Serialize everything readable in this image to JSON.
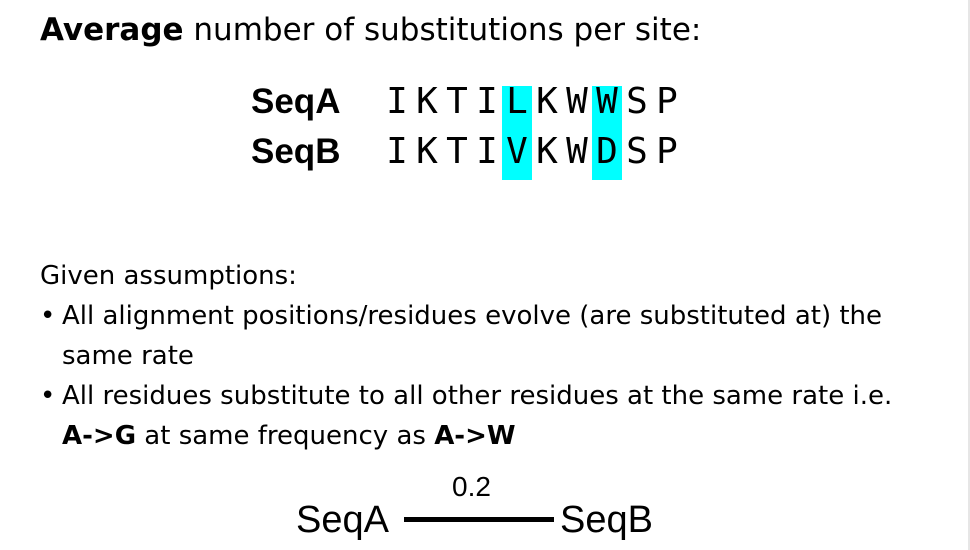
{
  "heading": {
    "bold_part": "Average",
    "rest": " number of substitutions per site:"
  },
  "alignment": {
    "rows": [
      {
        "label": "SeqA",
        "residues": [
          "I",
          "K",
          "T",
          "I",
          "L",
          "K",
          "W",
          "W",
          "S",
          "P"
        ]
      },
      {
        "label": "SeqB",
        "residues": [
          "I",
          "K",
          "T",
          "I",
          "V",
          "K",
          "W",
          "D",
          "S",
          "P"
        ]
      }
    ],
    "highlighted_columns": [
      4,
      7
    ],
    "highlight_color": "#00ffff"
  },
  "assumptions": {
    "heading": "Given assumptions:",
    "bullet1": {
      "line1": "All alignment positions/residues evolve (are substituted at) the",
      "line2": "same rate"
    },
    "bullet2": {
      "line1": "All residues substitute to all other residues at the same rate i.e.",
      "bold1": "A->G",
      "middle": " at same frequency as ",
      "bold2": "A->W"
    }
  },
  "tree": {
    "left_node": "SeqA",
    "right_node": "SeqB",
    "branch_length": "0.2"
  }
}
